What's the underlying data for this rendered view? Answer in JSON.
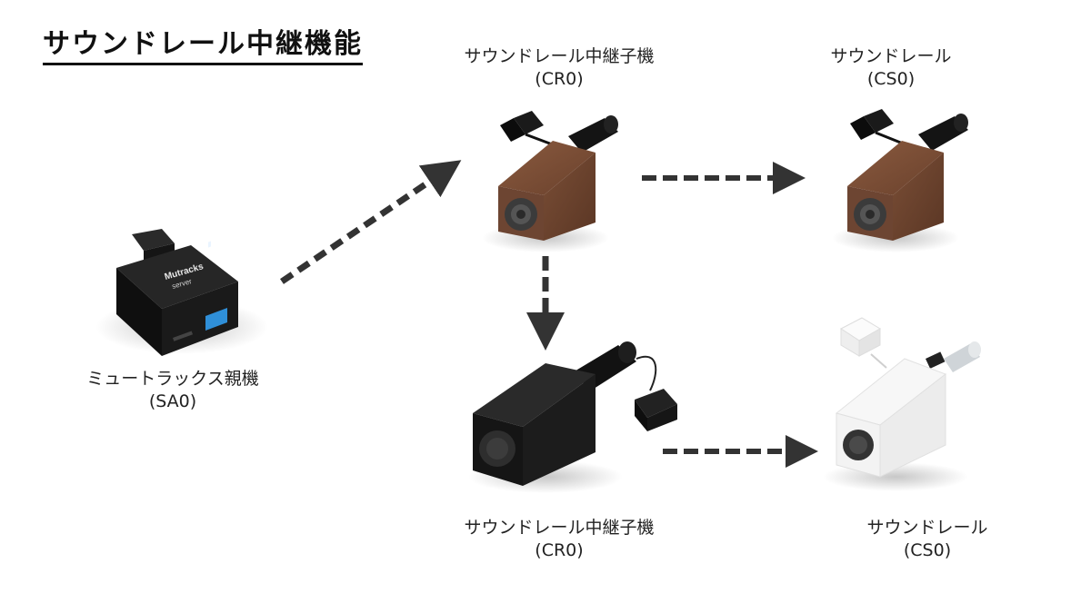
{
  "title": "サウンドレール中継機能",
  "nodes": {
    "parent": {
      "name": "ミュートラックス親機",
      "code": "(SA0)",
      "brand": "Mutracks",
      "sub": "server"
    },
    "relay_top": {
      "name": "サウンドレール中継子機",
      "code": "(CR0)"
    },
    "rail_top": {
      "name": "サウンドレール",
      "code": "(CS0)"
    },
    "relay_bottom": {
      "name": "サウンドレール中継子機",
      "code": "(CR0)"
    },
    "rail_bottom": {
      "name": "サウンドレール",
      "code": "(CS0)"
    }
  },
  "colors": {
    "arrow": "#333333",
    "walnut": "#6b4430",
    "black": "#1e1e1e",
    "white": "#f2f2f2",
    "dip": "#2f8fd8"
  }
}
